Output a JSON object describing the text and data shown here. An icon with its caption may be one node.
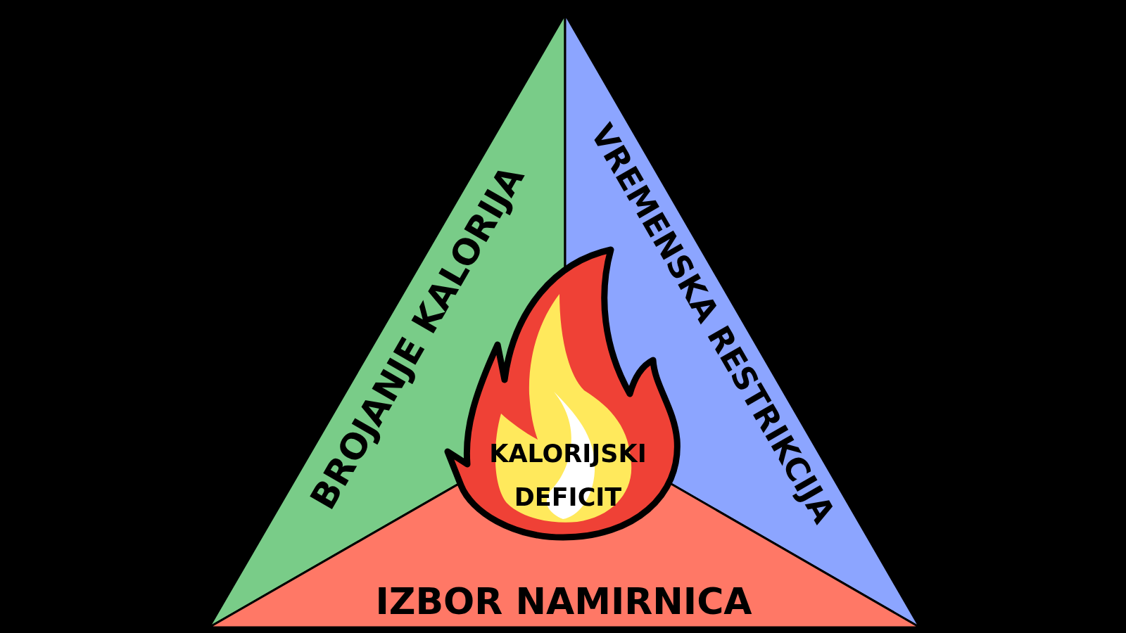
{
  "diagram": {
    "nodes": [
      {
        "text": [
          "BROJANJE KALORIJA"
        ]
      },
      {
        "text": [
          "VREMENSKA RESTRIKCIJA"
        ]
      },
      {
        "text": [
          "KALORIJSKI DEFICIT"
        ]
      },
      {
        "text": [
          "IZBOR NAMIRNICA"
        ]
      }
    ]
  }
}
